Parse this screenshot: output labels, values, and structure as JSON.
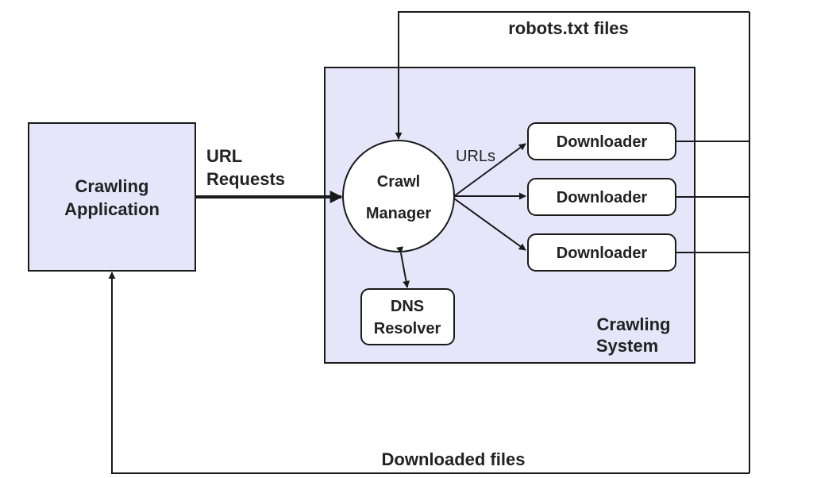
{
  "colors": {
    "box_fill": "#e6e6fa",
    "stroke": "#1a1a1a",
    "node_fill": "#ffffff",
    "text": "#222222"
  },
  "crawling_application": {
    "line1": "Crawling",
    "line2": "Application"
  },
  "crawling_system": {
    "line1": "Crawling",
    "line2": "System"
  },
  "crawl_manager": {
    "line1": "Crawl",
    "line2": "Manager"
  },
  "dns_resolver": {
    "line1": "DNS",
    "line2": "Resolver"
  },
  "downloaders": [
    {
      "label": "Downloader"
    },
    {
      "label": "Downloader"
    },
    {
      "label": "Downloader"
    }
  ],
  "edges": {
    "url_requests_line1": "URL",
    "url_requests_line2": "Requests",
    "urls": "URLs",
    "robots": "robots.txt files",
    "downloaded": "Downloaded files"
  }
}
